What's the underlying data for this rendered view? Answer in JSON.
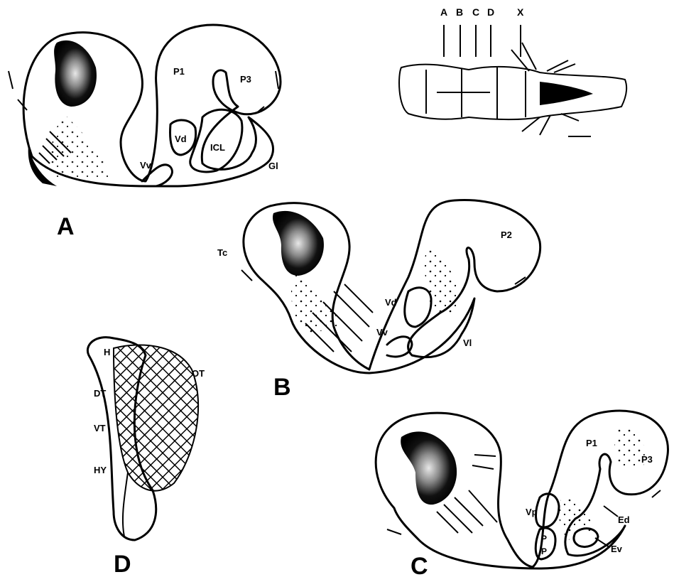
{
  "top_labels": [
    "A",
    "B",
    "C",
    "D",
    "X"
  ],
  "panel_labels": {
    "A": "A",
    "B": "B",
    "C": "C",
    "D": "D"
  },
  "section_A": {
    "P1": "P1",
    "P3": "P3",
    "Vd": "Vd",
    "ICL": "ICL",
    "Vv": "Vv",
    "Gl": "Gl"
  },
  "section_B": {
    "Tc": "Tc",
    "P2": "P2",
    "Vd": "Vd",
    "Vv": "Vv",
    "Vl": "Vl"
  },
  "section_C": {
    "P1": "P1",
    "P3": "P3",
    "Vp": "Vp",
    "P_top": "P",
    "P_bottom": "P",
    "Ed": "Ed",
    "Ev": "Ev"
  },
  "section_D": {
    "H": "H",
    "OT": "OT",
    "DT": "DT",
    "VT": "VT",
    "HY": "HY"
  },
  "colors": {
    "ink": "#000000",
    "paper": "#ffffff",
    "brain_fill": "#f2f2f2"
  }
}
